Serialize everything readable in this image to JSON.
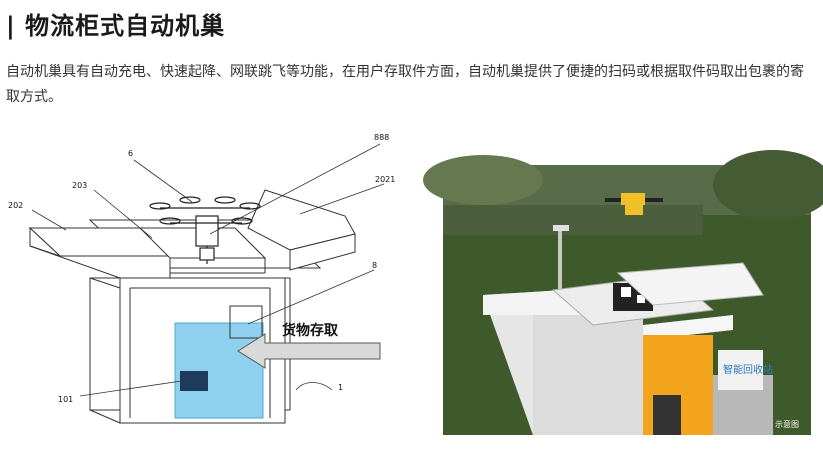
{
  "heading": "| 物流柜式自动机巢",
  "paragraph": "自动机巢具有自动充电、快速起降、网联跳飞等功能，在用户存取件方面，自动机巢提供了便捷的扫码或根据取件码取出包裹的寄取方式。",
  "diagram": {
    "labels": {
      "l888": "888",
      "l6": "6",
      "l203": "203",
      "l2021": "2021",
      "l202": "202",
      "l8": "8",
      "l101": "101",
      "l1": "1"
    },
    "arrow_text": "货物存取"
  },
  "photo": {
    "sign_text": "智能回收站",
    "watermark": "示意图"
  },
  "colors": {
    "panel_blue": "#8ed0ee",
    "photo_orange": "#f2a51c",
    "grass": "#3f5a2a"
  }
}
